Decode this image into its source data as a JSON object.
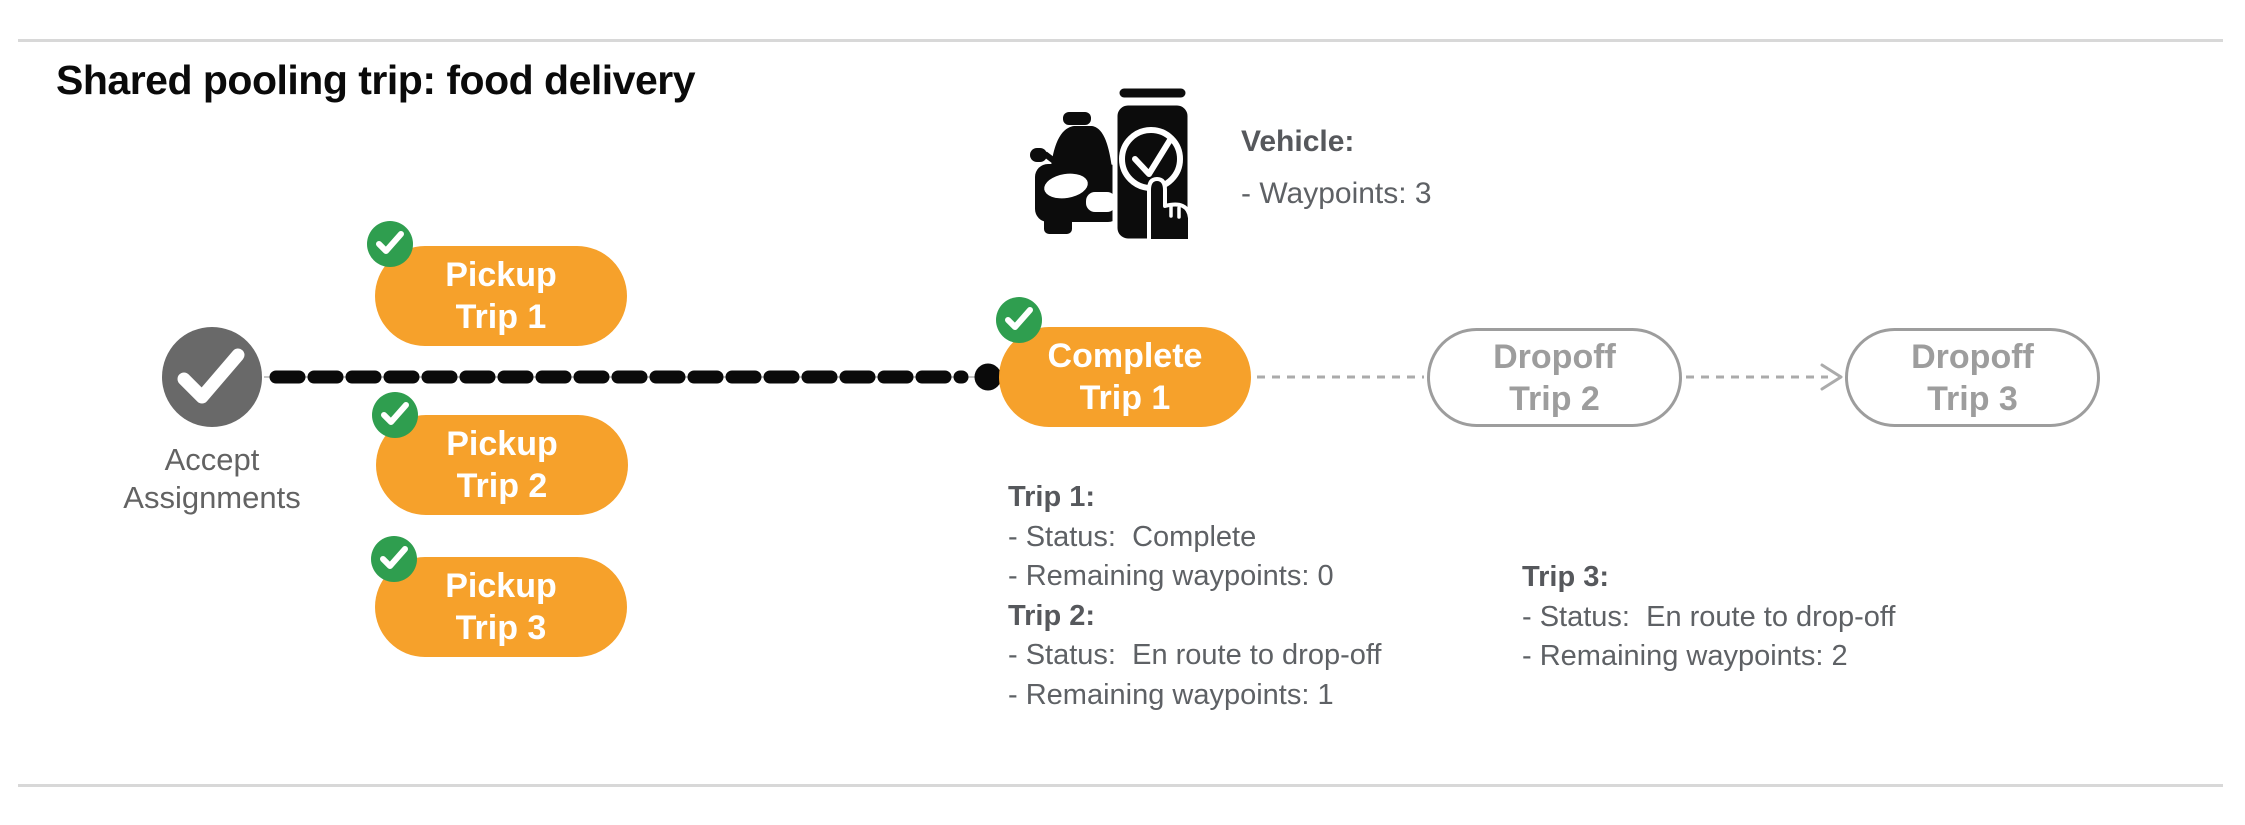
{
  "title": "Shared pooling trip: food delivery",
  "vehicle": {
    "icon": "car-phone-check-icon",
    "label": "Vehicle:",
    "waypoints_line": "- Waypoints: 3"
  },
  "flow": {
    "accept": {
      "line1": "Accept",
      "line2": "Assignments"
    },
    "pickup1": {
      "line1": "Pickup",
      "line2": "Trip 1"
    },
    "pickup2": {
      "line1": "Pickup",
      "line2": "Trip 2"
    },
    "pickup3": {
      "line1": "Pickup",
      "line2": "Trip 3"
    },
    "complete1": {
      "line1": "Complete",
      "line2": "Trip 1"
    },
    "dropoff2": {
      "line1": "Dropoff",
      "line2": "Trip 2"
    },
    "dropoff3": {
      "line1": "Dropoff",
      "line2": "Trip 3"
    }
  },
  "status_blocks": {
    "left": {
      "trip1_heading": "Trip 1:",
      "trip1_status": "- Status:  Complete",
      "trip1_waypoints": "- Remaining waypoints: 0",
      "trip2_heading": "Trip 2:",
      "trip2_status": "- Status:  En route to drop-off",
      "trip2_waypoints": "- Remaining waypoints: 1"
    },
    "right": {
      "trip3_heading": "Trip 3:",
      "trip3_status": "- Status:  En route to drop-off",
      "trip3_waypoints": "- Remaining waypoints: 2"
    }
  },
  "icons": {
    "completed_step": "check-circle-icon",
    "accept_step": "check-icon",
    "vehicle": "car-phone-check-icon"
  },
  "colors": {
    "orange": "#f6a12b",
    "green": "#2f9e4f",
    "gray_node": "#696969",
    "dropoff_gray": "#9d9d9d",
    "text_gray": "#5e6165",
    "line_black": "#0a0a0a",
    "connector_gray": "#ababab",
    "divider_gray": "#d8d8d8"
  }
}
